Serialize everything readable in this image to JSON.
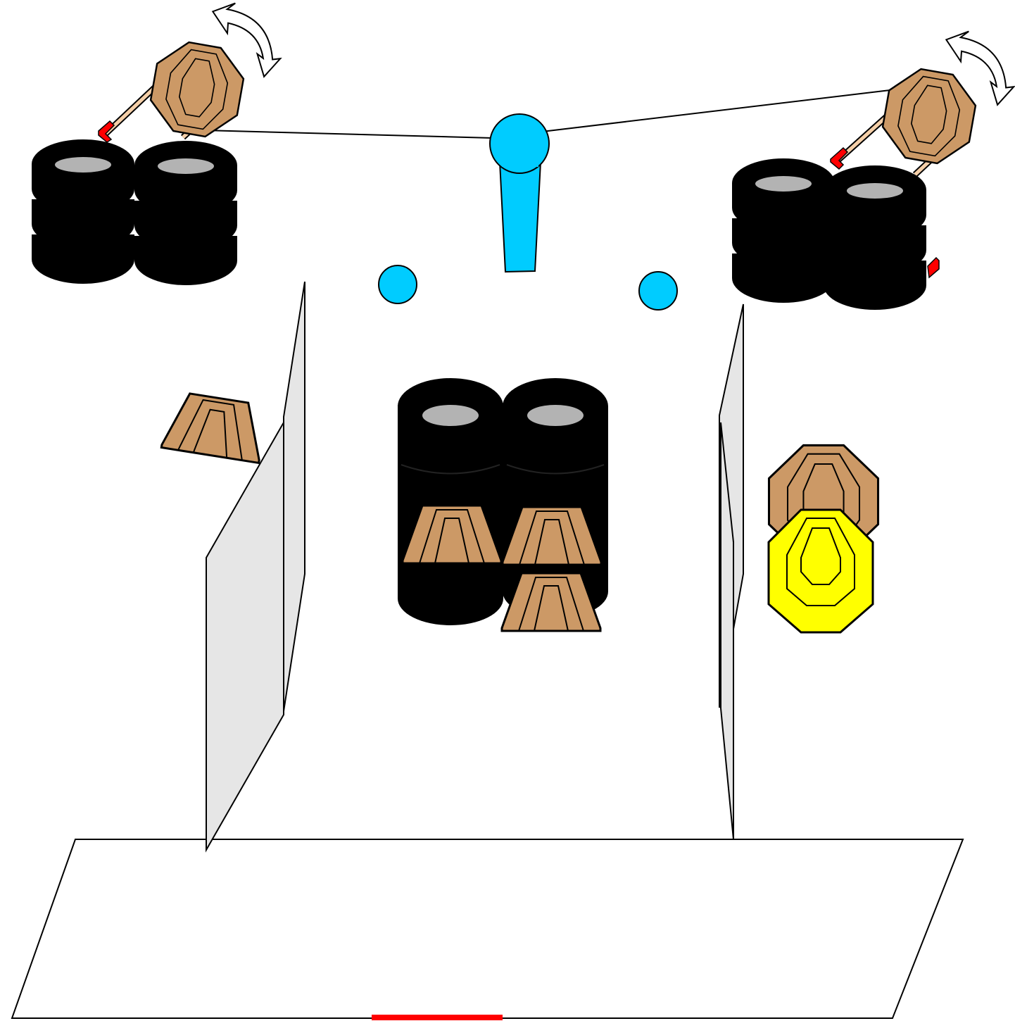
{
  "diagram": {
    "kind": "shooting-stage-layout",
    "colors": {
      "background": "#ffffff",
      "tire": "#000000",
      "tire_hole": "#b3b3b3",
      "paper_target": "#cc9966",
      "no_shoot_target": "#ffff00",
      "steel_popper": "#00ccff",
      "wall_panel": "#e6e6e6",
      "fault_line": "#ff0000",
      "activator_arm": "#f5cfa8",
      "activator_base": "#ff0000",
      "outline": "#000000"
    },
    "elements": [
      {
        "name": "tire-stack-top-left",
        "type": "tire-stack"
      },
      {
        "name": "tire-stack-top-right",
        "type": "tire-stack"
      },
      {
        "name": "tire-stack-center",
        "type": "tire-stack"
      },
      {
        "name": "swinger-target-left",
        "type": "swinging-paper-target",
        "icon": "rotate-arrow-icon"
      },
      {
        "name": "swinger-target-right",
        "type": "swinging-paper-target",
        "icon": "rotate-arrow-icon"
      },
      {
        "name": "popper-activator",
        "type": "steel-popper"
      },
      {
        "name": "steel-plate-left",
        "type": "steel-plate"
      },
      {
        "name": "steel-plate-right",
        "type": "steel-plate"
      },
      {
        "name": "paper-target-left-wall",
        "type": "paper-target"
      },
      {
        "name": "paper-target-center-left",
        "type": "paper-target"
      },
      {
        "name": "paper-target-center-right",
        "type": "paper-target"
      },
      {
        "name": "paper-target-center-bottom",
        "type": "paper-target"
      },
      {
        "name": "paper-target-right",
        "type": "paper-target"
      },
      {
        "name": "no-shoot-target-right",
        "type": "no-shoot"
      },
      {
        "name": "wall-left",
        "type": "wall-panel"
      },
      {
        "name": "wall-right",
        "type": "wall-panel"
      },
      {
        "name": "shooting-box",
        "type": "shooting-area"
      },
      {
        "name": "start-fault-line",
        "type": "fault-line"
      }
    ]
  }
}
